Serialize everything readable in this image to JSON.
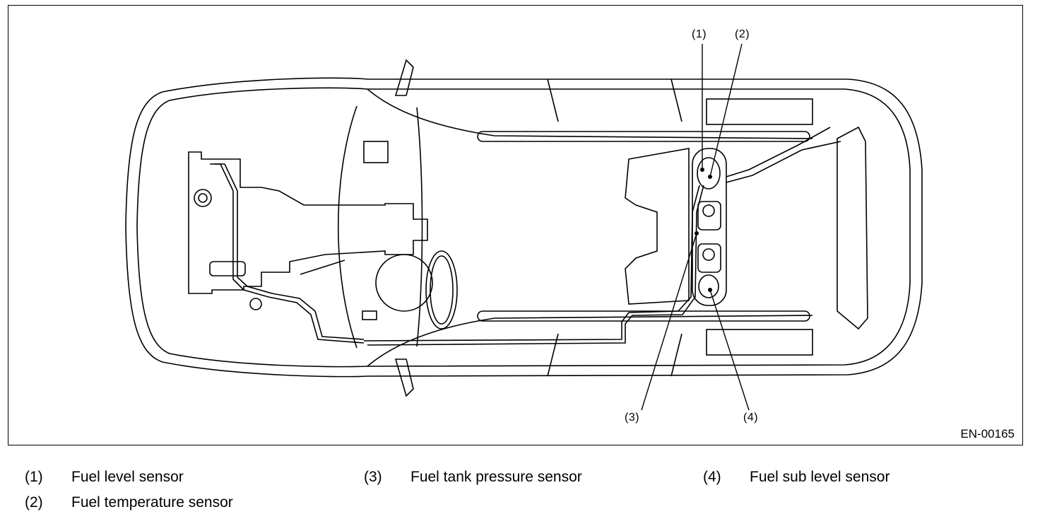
{
  "figure": {
    "code": "EN-00165",
    "subject": "Vehicle top view showing fuel system sensor locations",
    "callouts": [
      {
        "id": "1",
        "label": "(1)"
      },
      {
        "id": "2",
        "label": "(2)"
      },
      {
        "id": "3",
        "label": "(3)"
      },
      {
        "id": "4",
        "label": "(4)"
      }
    ]
  },
  "legend": [
    {
      "num": "(1)",
      "text": "Fuel level sensor"
    },
    {
      "num": "(2)",
      "text": "Fuel temperature sensor"
    },
    {
      "num": "(3)",
      "text": "Fuel tank pressure sensor"
    },
    {
      "num": "(4)",
      "text": "Fuel sub level sensor"
    }
  ],
  "colors": {
    "line": "#000000",
    "background": "#ffffff"
  }
}
